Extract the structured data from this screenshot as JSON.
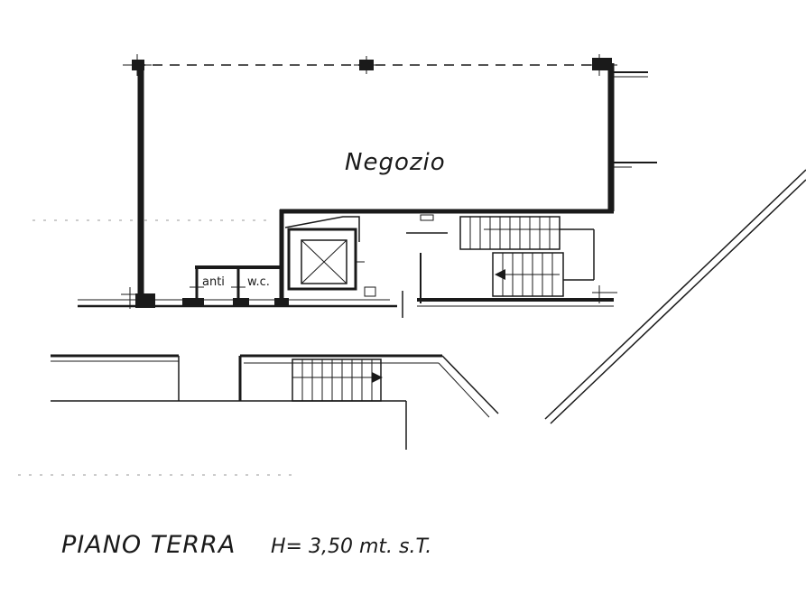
{
  "rooms": {
    "main": "Negozio",
    "anti": "anti",
    "wc": "w.c."
  },
  "caption": {
    "floor": "PIANO TERRA",
    "height": "H= 3,50 mt. s.T."
  },
  "colors": {
    "ink": "#1a1a1a",
    "paper": "#ffffff"
  }
}
